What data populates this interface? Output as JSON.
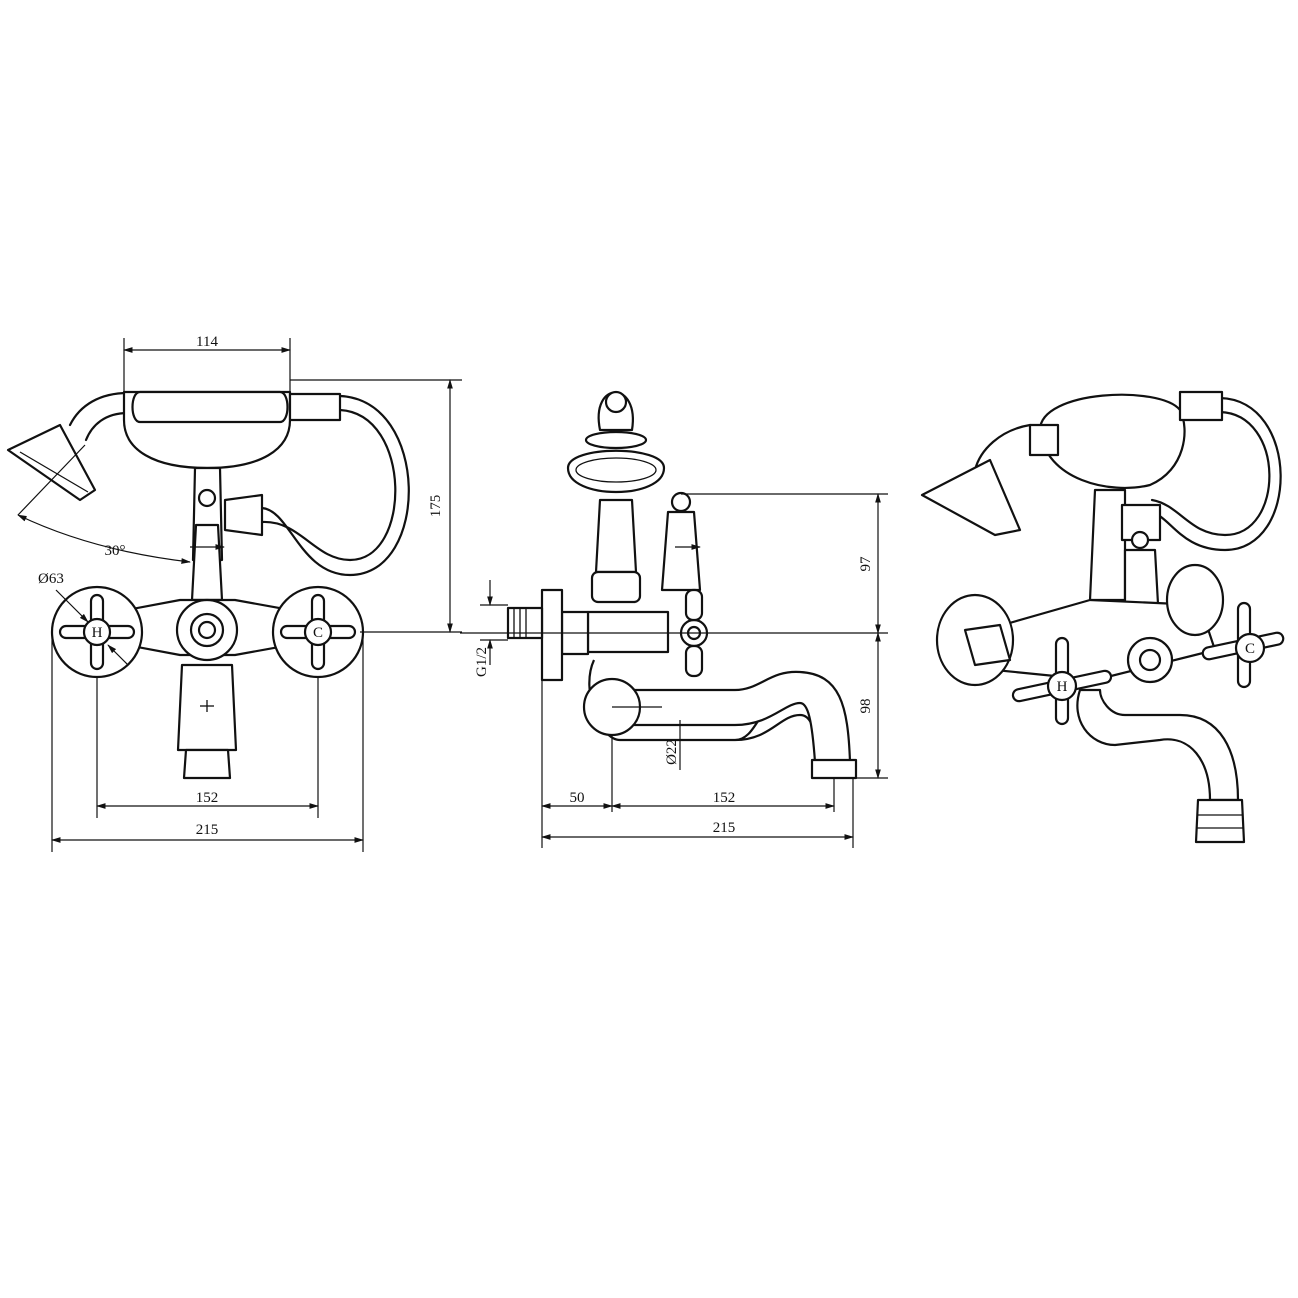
{
  "drawing": {
    "front_view": {
      "dim_handshower_length": "114",
      "dim_total_height": "175",
      "dim_rotation_angle": "30°",
      "dim_rosette_diameter": "Ø63",
      "dim_centres": "152",
      "dim_total_width": "215",
      "handle_hot_letter": "H",
      "handle_cold_letter": "C"
    },
    "side_view": {
      "dim_upper_height": "97",
      "dim_lower_height": "98",
      "dim_thread": "G1/2",
      "dim_spout_diameter": "Ø22",
      "dim_wall_offset": "50",
      "dim_spout_projection": "152",
      "dim_total_depth": "215"
    },
    "iso_view": {
      "handle_hot_letter": "H",
      "handle_cold_letter": "C"
    }
  }
}
